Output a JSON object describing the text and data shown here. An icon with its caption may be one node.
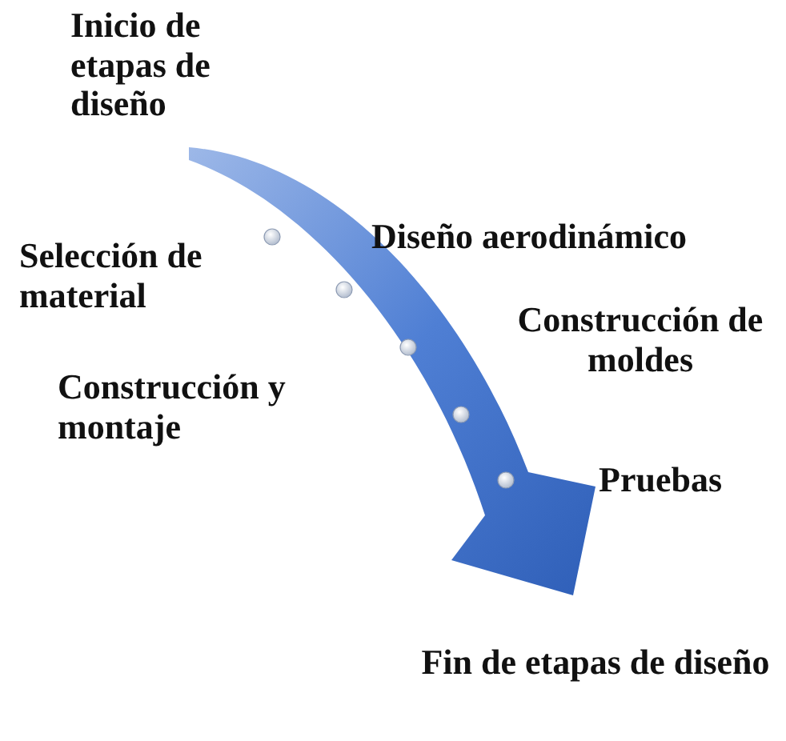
{
  "diagram": {
    "nodes": [
      {
        "text": [
          "Inicio de etapas de diseño"
        ]
      },
      {
        "text": [
          "Diseño aerodinámico"
        ]
      },
      {
        "text": [
          "Selección de material"
        ]
      },
      {
        "text": [
          "Construcción de moldes"
        ]
      },
      {
        "text": [
          "Construcción y montaje"
        ]
      },
      {
        "text": [
          "Pruebas"
        ]
      },
      {
        "text": [
          "Fin de etapas de diseño"
        ]
      }
    ],
    "edges": [
      {
        "from": 0,
        "to": 6,
        "arrow": "to",
        "style": "thick"
      }
    ]
  }
}
